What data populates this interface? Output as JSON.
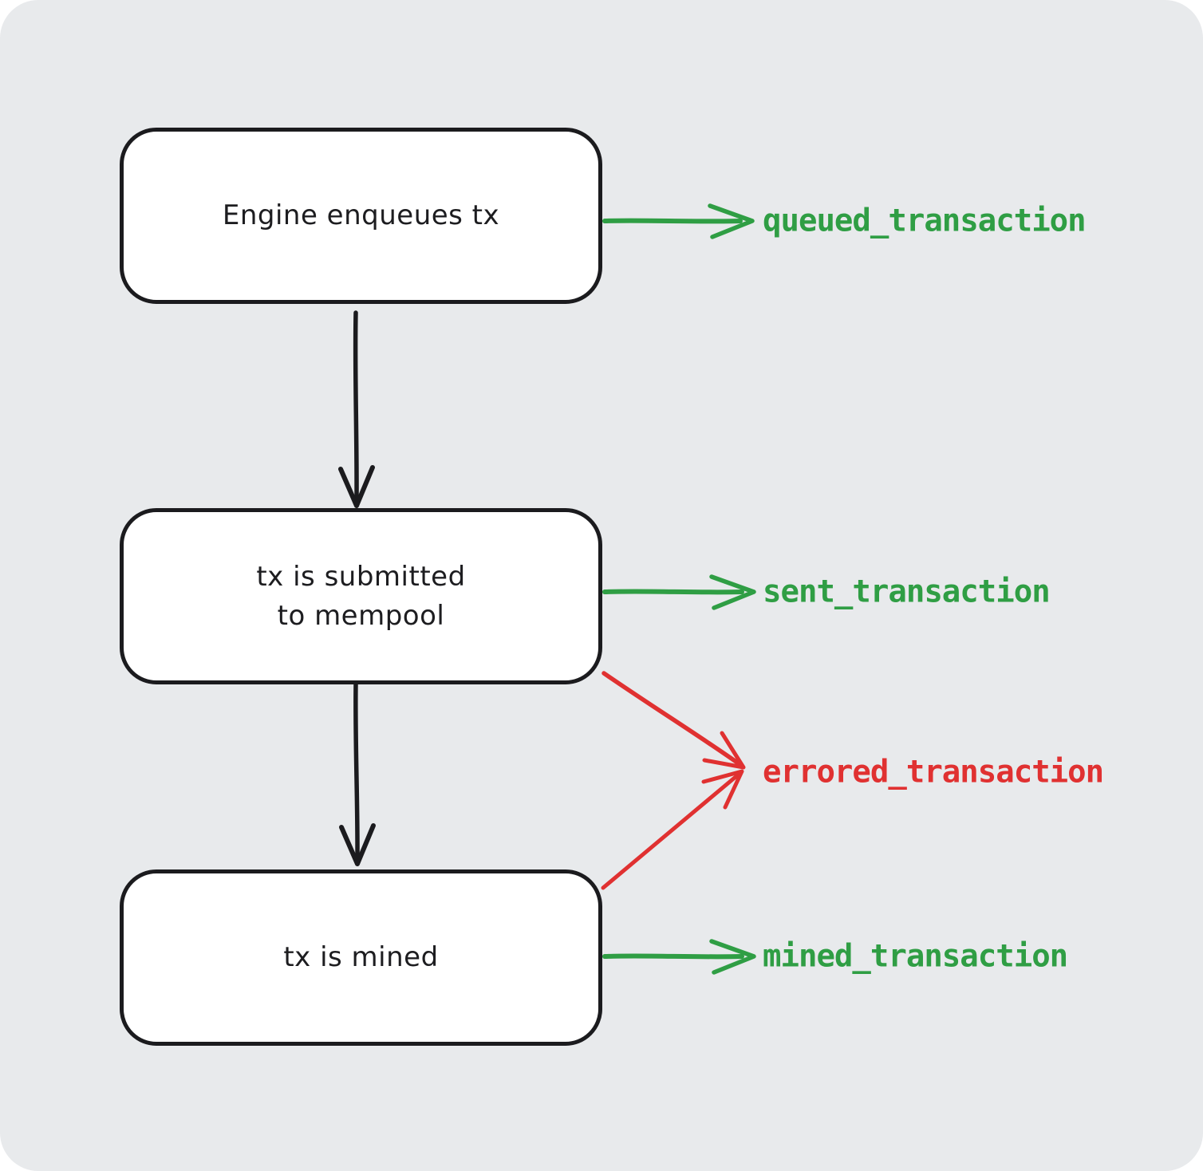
{
  "canvas": {
    "background_color": "#e8eaec",
    "outer_background_color": "#ffffff"
  },
  "palette": {
    "ink": "#1b1b1e",
    "node_fill": "#ffffff",
    "success_green": "#2f9e44",
    "error_red": "#e03131"
  },
  "nodes": [
    {
      "id": "enqueue",
      "label": "Engine enqueues tx"
    },
    {
      "id": "submit",
      "label": "tx is submitted\nto mempool"
    },
    {
      "id": "mined",
      "label": "tx is mined"
    }
  ],
  "events": [
    {
      "id": "queued",
      "label": "queued_transaction",
      "status": "success"
    },
    {
      "id": "sent",
      "label": "sent_transaction",
      "status": "success"
    },
    {
      "id": "errored",
      "label": "errored_transaction",
      "status": "error"
    },
    {
      "id": "mined",
      "label": "mined_transaction",
      "status": "success"
    }
  ],
  "edges": [
    {
      "from": "enqueue",
      "to": "submit",
      "color": "#1b1b1e"
    },
    {
      "from": "submit",
      "to": "mined",
      "color": "#1b1b1e"
    },
    {
      "from": "enqueue",
      "to": "queued",
      "color": "#2f9e44"
    },
    {
      "from": "submit",
      "to": "sent",
      "color": "#2f9e44"
    },
    {
      "from": "submit",
      "to": "errored",
      "color": "#e03131"
    },
    {
      "from": "mined",
      "to": "errored",
      "color": "#e03131"
    },
    {
      "from": "mined",
      "to": "mined_transaction",
      "color": "#2f9e44"
    }
  ]
}
